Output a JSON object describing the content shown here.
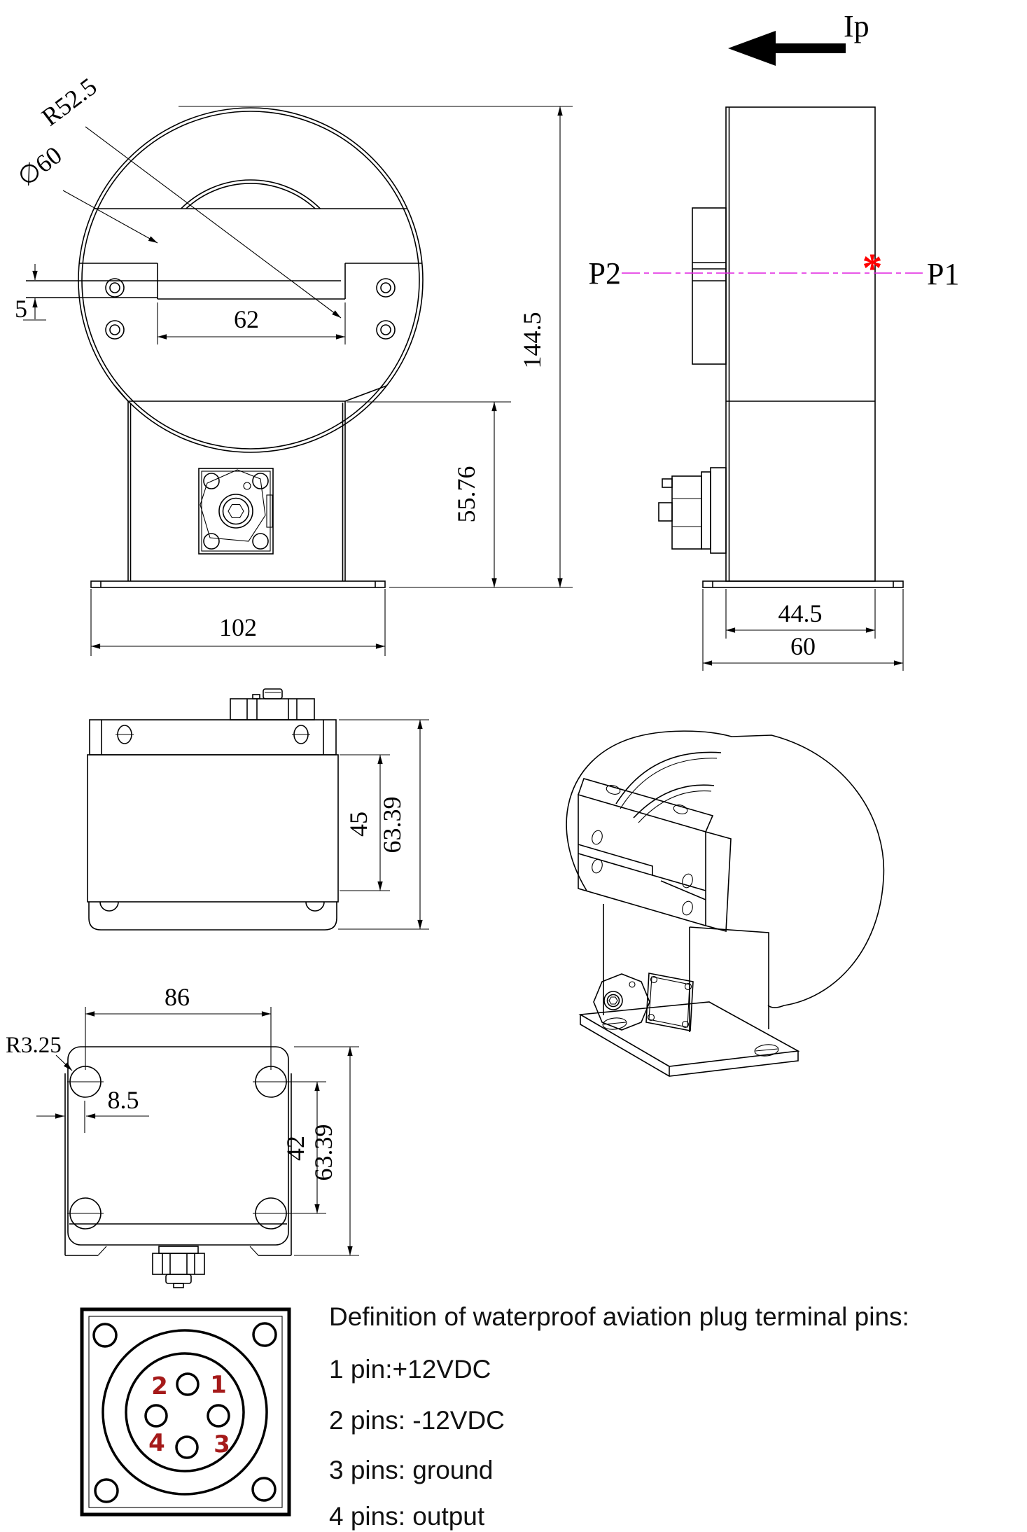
{
  "annotations": {
    "ip_label": "Ip",
    "p1": "P1",
    "p2": "P2",
    "asterisk": "*"
  },
  "front_view": {
    "dims": {
      "radius": "R52.5",
      "bore_diameter": "∅60",
      "clamp_gap": "5",
      "window_width": "62",
      "total_height": "144.5",
      "body_height": "55.76",
      "base_width": "102"
    }
  },
  "side_view": {
    "dims": {
      "body_depth": "44.5",
      "base_depth": "60"
    }
  },
  "top_view": {
    "dims": {
      "inner_depth": "45",
      "overall_depth": "63.39"
    }
  },
  "bottom_view": {
    "dims": {
      "hole_spacing_x": "86",
      "corner_radius": "R3.25",
      "edge_offset": "8.5",
      "hole_spacing_y": "42",
      "overall_depth": "63.39"
    }
  },
  "pinout": {
    "pin_numbers": [
      "1",
      "2",
      "3",
      "4"
    ]
  },
  "notes": {
    "title": "Definition of waterproof aviation plug terminal pins:",
    "lines": [
      "1 pin:+12VDC",
      "2 pins: -12VDC",
      "3 pins: ground",
      "4 pins: output"
    ]
  },
  "colors": {
    "line": "#000000",
    "centerline": "#E020E0",
    "accent_red": "#FF0000",
    "pin_red": "#A51A1A"
  }
}
